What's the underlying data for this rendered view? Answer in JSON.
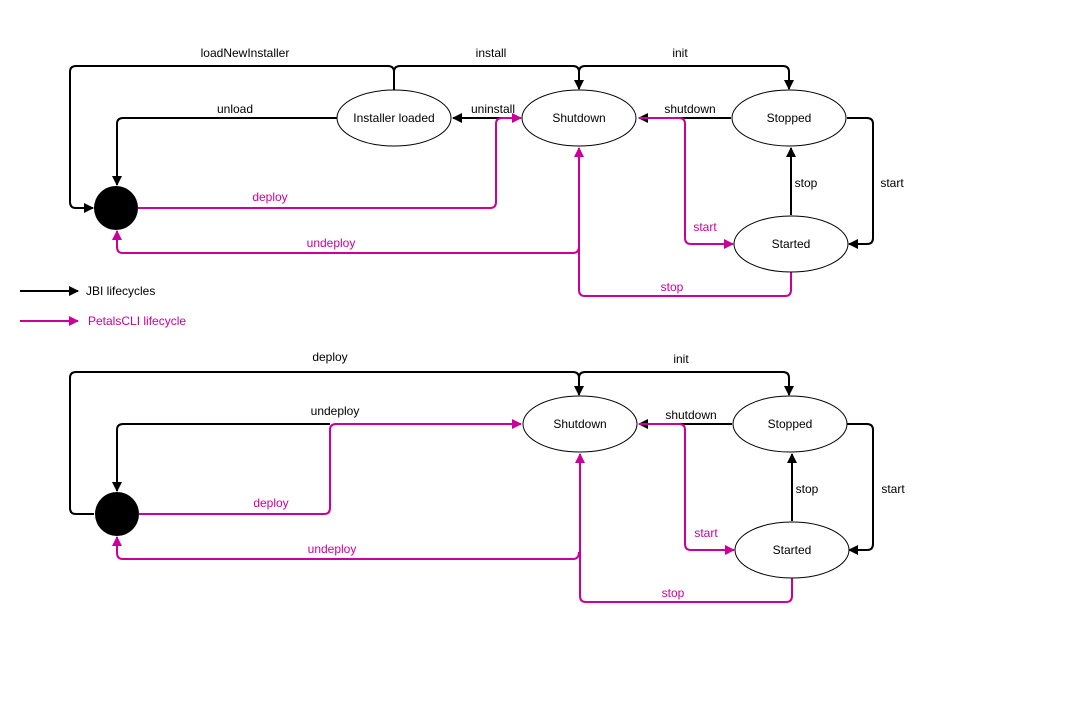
{
  "colors": {
    "jbi": "#000000",
    "petals": "#cc0099"
  },
  "legend": {
    "jbi_label": "JBI lifecycles",
    "petals_label": "PetalsCLI lifecycle"
  },
  "diagrams": [
    {
      "id": "component-lifecycle",
      "nodes": [
        {
          "id": "start",
          "type": "initial-state",
          "label": ""
        },
        {
          "id": "installer",
          "type": "state",
          "label": "Installer loaded"
        },
        {
          "id": "shutdown",
          "type": "state",
          "label": "Shutdown"
        },
        {
          "id": "stopped",
          "type": "state",
          "label": "Stopped"
        },
        {
          "id": "started",
          "type": "state",
          "label": "Started"
        }
      ],
      "edges": [
        {
          "from": "installer",
          "to": "start",
          "label": "loadNewInstaller",
          "kind": "jbi"
        },
        {
          "from": "installer",
          "to": "shutdown",
          "label": "install",
          "kind": "jbi"
        },
        {
          "from": "shutdown",
          "to": "stopped",
          "label": "init",
          "kind": "jbi"
        },
        {
          "from": "installer",
          "to": "start",
          "label": "unload",
          "kind": "jbi"
        },
        {
          "from": "shutdown",
          "to": "installer",
          "label": "uninstall",
          "kind": "jbi"
        },
        {
          "from": "stopped",
          "to": "shutdown",
          "label": "shutdown",
          "kind": "jbi"
        },
        {
          "from": "stopped",
          "to": "started",
          "label": "start",
          "kind": "jbi"
        },
        {
          "from": "started",
          "to": "stopped",
          "label": "stop",
          "kind": "jbi"
        },
        {
          "from": "start",
          "to": "shutdown",
          "label": "deploy",
          "kind": "petals"
        },
        {
          "from": "shutdown",
          "to": "start",
          "label": "undeploy",
          "kind": "petals"
        },
        {
          "from": "shutdown",
          "to": "started",
          "label": "start",
          "kind": "petals"
        },
        {
          "from": "started",
          "to": "shutdown",
          "label": "stop",
          "kind": "petals"
        }
      ]
    },
    {
      "id": "service-assembly-lifecycle",
      "nodes": [
        {
          "id": "start",
          "type": "initial-state",
          "label": ""
        },
        {
          "id": "shutdown",
          "type": "state",
          "label": "Shutdown"
        },
        {
          "id": "stopped",
          "type": "state",
          "label": "Stopped"
        },
        {
          "id": "started",
          "type": "state",
          "label": "Started"
        }
      ],
      "edges": [
        {
          "from": "start",
          "to": "shutdown",
          "label": "deploy",
          "kind": "jbi"
        },
        {
          "from": "shutdown",
          "to": "stopped",
          "label": "init",
          "kind": "jbi"
        },
        {
          "from": "shutdown",
          "to": "start",
          "label": "undeploy",
          "kind": "jbi"
        },
        {
          "from": "stopped",
          "to": "shutdown",
          "label": "shutdown",
          "kind": "jbi"
        },
        {
          "from": "stopped",
          "to": "started",
          "label": "start",
          "kind": "jbi"
        },
        {
          "from": "started",
          "to": "stopped",
          "label": "stop",
          "kind": "jbi"
        },
        {
          "from": "start",
          "to": "shutdown",
          "label": "deploy",
          "kind": "petals"
        },
        {
          "from": "shutdown",
          "to": "start",
          "label": "undeploy",
          "kind": "petals"
        },
        {
          "from": "shutdown",
          "to": "started",
          "label": "start",
          "kind": "petals"
        },
        {
          "from": "started",
          "to": "shutdown",
          "label": "stop",
          "kind": "petals"
        }
      ]
    }
  ]
}
